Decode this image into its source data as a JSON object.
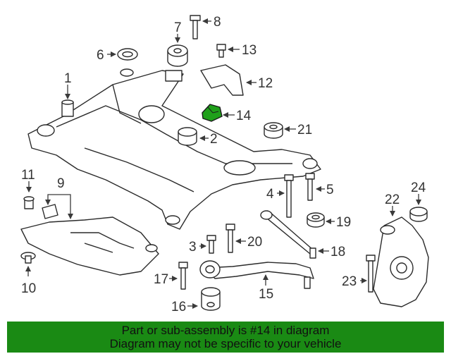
{
  "colors": {
    "highlight": "#1fa01a",
    "banner_bg": "#1a8a14",
    "line": "#2b2b2b"
  },
  "callouts": {
    "c1": "1",
    "c2": "2",
    "c3": "3",
    "c4": "4",
    "c5": "5",
    "c6": "6",
    "c7": "7",
    "c8": "8",
    "c9": "9",
    "c10": "10",
    "c11": "11",
    "c12": "12",
    "c13": "13",
    "c14": "14",
    "c15": "15",
    "c16": "16",
    "c17": "17",
    "c18": "18",
    "c19": "19",
    "c20": "20",
    "c21": "21",
    "c22": "22",
    "c23": "23",
    "c24": "24"
  },
  "highlighted_part": "14",
  "banner": {
    "line1": "Part or sub-assembly is #14 in diagram",
    "line2": "Diagram may not be specific to your vehicle"
  }
}
